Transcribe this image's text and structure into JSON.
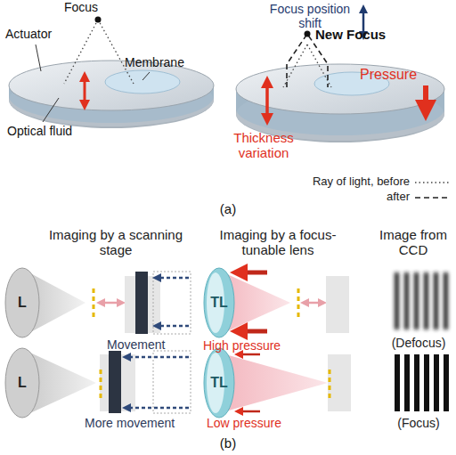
{
  "diagram": {
    "nodes": [
      {
        "text": [
          "L"
        ]
      },
      {
        "text": [
          "TL"
        ]
      },
      {
        "text": [
          "L"
        ]
      },
      {
        "text": [
          "TL"
        ]
      }
    ],
    "labels": [
      "Focus",
      "Actuator",
      "Membrane",
      "Optical fluid",
      "Focus position shift",
      "New Focus",
      "Pressure",
      "Thickness variation",
      "(a)",
      "Imaging by a scanning stage",
      "Movement",
      "More movement",
      "Imaging by a focus-tunable lens",
      "High pressure",
      "Low pressure",
      "Image from CCD",
      "(Defocus)",
      "(Focus)",
      "(b)"
    ],
    "legend": [
      {
        "text": "Ray of light, before"
      },
      {
        "text": "after"
      }
    ]
  }
}
